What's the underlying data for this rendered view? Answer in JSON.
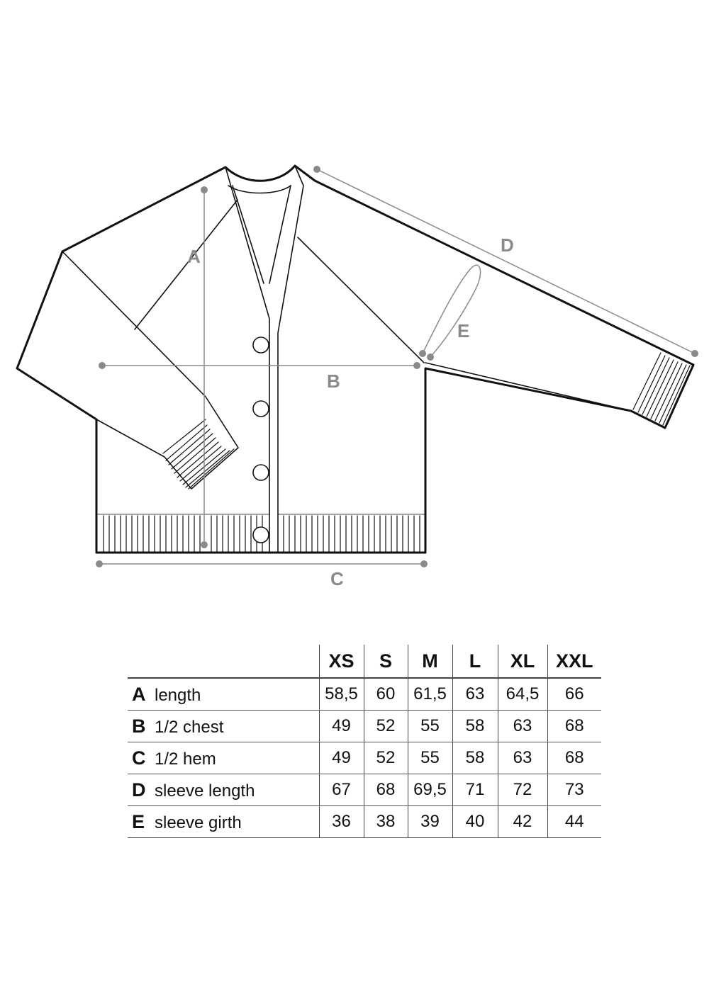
{
  "diagram": {
    "labels": {
      "A": "A",
      "B": "B",
      "C": "C",
      "D": "D",
      "E": "E"
    }
  },
  "table": {
    "sizes": [
      "XS",
      "S",
      "M",
      "L",
      "XL",
      "XXL"
    ],
    "rows": [
      {
        "letter": "A",
        "label": "length",
        "values": [
          "58,5",
          "60",
          "61,5",
          "63",
          "64,5",
          "66"
        ]
      },
      {
        "letter": "B",
        "label": "1/2 chest",
        "values": [
          "49",
          "52",
          "55",
          "58",
          "63",
          "68"
        ]
      },
      {
        "letter": "C",
        "label": "1/2 hem",
        "values": [
          "49",
          "52",
          "55",
          "58",
          "63",
          "68"
        ]
      },
      {
        "letter": "D",
        "label": "sleeve length",
        "values": [
          "67",
          "68",
          "69,5",
          "71",
          "72",
          "73"
        ]
      },
      {
        "letter": "E",
        "label": "sleeve girth",
        "values": [
          "36",
          "38",
          "39",
          "40",
          "42",
          "44"
        ]
      }
    ]
  }
}
